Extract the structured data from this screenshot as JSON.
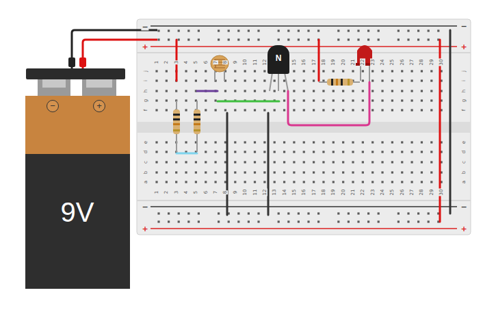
{
  "diagram": {
    "nodes": [
      {
        "text": [
          "−",
          "+",
          "9V"
        ]
      },
      {
        "text": [
          "N"
        ]
      }
    ],
    "labels": [
      "1",
      "2",
      "3",
      "4",
      "5",
      "6",
      "7",
      "8",
      "9",
      "10",
      "11",
      "12",
      "13",
      "14",
      "15",
      "16",
      "17",
      "18",
      "19",
      "20",
      "21",
      "22",
      "23",
      "24",
      "25",
      "26",
      "27",
      "28",
      "29",
      "30",
      "1",
      "2",
      "3",
      "4",
      "5",
      "6",
      "7",
      "8",
      "9",
      "10",
      "11",
      "12",
      "13",
      "14",
      "15",
      "16",
      "17",
      "18",
      "19",
      "20",
      "21",
      "22",
      "23",
      "24",
      "25",
      "26",
      "27",
      "28",
      "29",
      "30",
      "j",
      "i",
      "h",
      "g",
      "f",
      "e",
      "d",
      "c",
      "b",
      "a",
      "j",
      "i",
      "h",
      "g",
      "f",
      "e",
      "d",
      "c",
      "b",
      "a",
      "−",
      "+",
      "−",
      "+",
      "−",
      "+",
      "−",
      "+"
    ]
  }
}
